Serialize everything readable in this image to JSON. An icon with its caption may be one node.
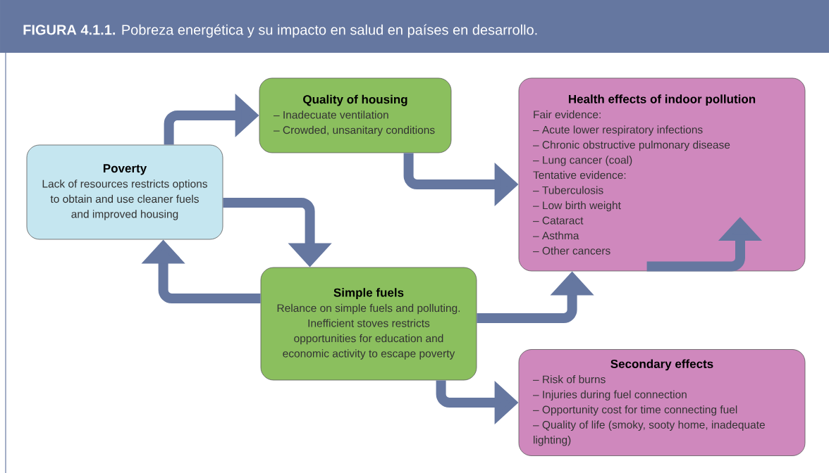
{
  "diagram": {
    "title": "**FIGURA 4.1.1.** Pobreza energética y su impacto en salud en países en desarrollo.",
    "nodes": [
      {
        "text": [
          "Poverty",
          "Lack of resources restricts options to obtain and use cleaner fuels and improved housing"
        ]
      },
      {
        "text": [
          "Quality of housing",
          "– Inadecuate ventilation",
          "– Crowded, unsanitary conditions"
        ]
      },
      {
        "text": [
          "Simple fuels",
          "Relance on simple fuels and polluting. Inefficient stoves restricts opportunities for education and economic activity to escape poverty"
        ]
      },
      {
        "text": [
          "Health effects of indoor pollution",
          "Fair evidence:",
          "– Acute lower respiratory infections",
          "– Chronic obstructive pulmonary disease",
          "– Lung cancer (coal)",
          "Tentative evidence:",
          "– Tuberculosis",
          "– Low birth weight",
          "– Cataract",
          "– Asthma",
          "– Other cancers"
        ]
      },
      {
        "text": [
          "Secondary effects",
          "– Risk of burns",
          "– Injuries during fuel connection",
          "– Opportunity cost for time connecting fuel",
          "– Quality of life (smoky, sooty home, inadequate lighting)"
        ]
      }
    ],
    "edges": [
      {
        "from": 0,
        "to": 1,
        "arrow": "to"
      },
      {
        "from": 0,
        "to": 2,
        "arrow": "to"
      },
      {
        "from": 2,
        "to": 0,
        "arrow": "to"
      },
      {
        "from": 1,
        "to": 3,
        "arrow": "to"
      },
      {
        "from": 2,
        "to": 3,
        "arrow": "to"
      },
      {
        "from": 2,
        "to": 4,
        "arrow": "to"
      },
      {
        "from": 3,
        "to": null,
        "arrow": "to"
      }
    ]
  }
}
